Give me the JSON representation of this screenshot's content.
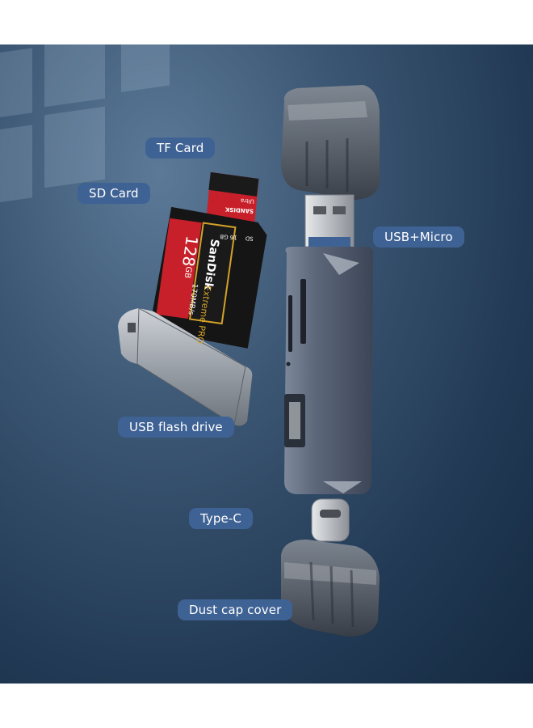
{
  "labels": {
    "tf_card": "TF Card",
    "sd_card": "SD Card",
    "usb_micro": "USB+Micro",
    "usb_flash_drive": "USB flash drive",
    "type_c": "Type-C",
    "dust_cap": "Dust cap cover"
  },
  "sd_card_print": {
    "brand": "SanDisk",
    "capacity": "128",
    "unit": "GB",
    "line": "Extreme PRO",
    "speed": "170MB/s"
  },
  "tf_card_print": {
    "brand": "SANDISK",
    "line": "Ultra",
    "capacity": "16 GB",
    "tag": "SD"
  },
  "colors": {
    "label_bg": "#3f6294",
    "background_dark": "#152a42",
    "reader_body": "#5b6678",
    "sd_red": "#c8202a"
  }
}
